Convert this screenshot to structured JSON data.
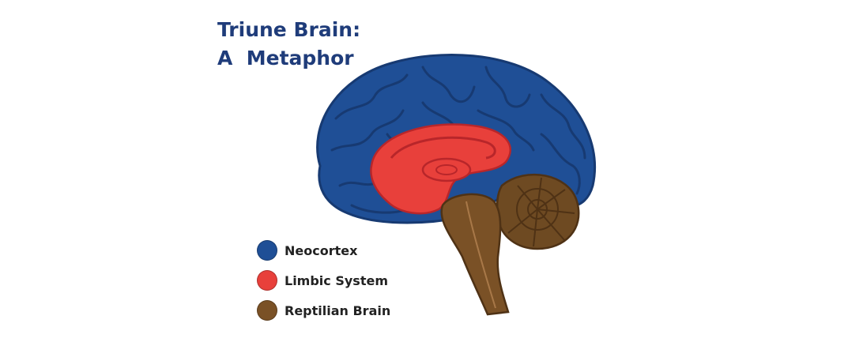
{
  "title": {
    "line1": "Triune Brain:",
    "line2": "A  Metaphor"
  },
  "legend": [
    {
      "label": "Neocortex",
      "color": "#1f4f96"
    },
    {
      "label": "Limbic System",
      "color": "#e8403b"
    },
    {
      "label": "Reptilian Brain",
      "color": "#7a5126"
    }
  ],
  "colors": {
    "neocortex": "#1f4f96",
    "neocortex_fold": "#173a72",
    "limbic": "#e8403b",
    "limbic_dark": "#b8262a",
    "reptilian": "#7a5126",
    "reptilian_dark": "#4f3215",
    "cerebellum": "#6e4a22"
  }
}
